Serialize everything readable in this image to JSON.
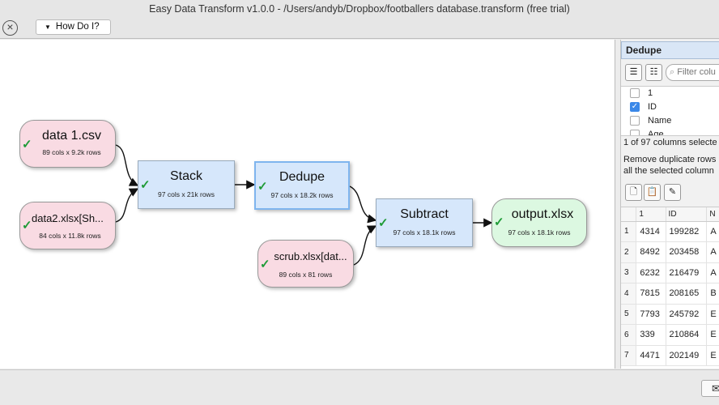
{
  "window": {
    "title": "Easy Data Transform v1.0.0 - /Users/andyb/Dropbox/footballers database.transform (free trial)"
  },
  "toolbar": {
    "close_icon": "close-circle-icon",
    "howdoi_label": "How Do I?"
  },
  "colors": {
    "input_node": "#f9dbe3",
    "transform_node": "#d6e7fb",
    "output_node": "#dcf8e1",
    "check": "#1f9b37",
    "selected_border": "#7fb5ee"
  },
  "nodes": [
    {
      "id": "data1",
      "kind": "input",
      "title": "data 1.csv",
      "subtitle": "89 cols x 9.2k rows",
      "status": "ok"
    },
    {
      "id": "data2",
      "kind": "input",
      "title": "data2.xlsx[Sh...",
      "subtitle": "84 cols x 11.8k rows",
      "status": "ok"
    },
    {
      "id": "stack",
      "kind": "transform",
      "title": "Stack",
      "subtitle": "97 cols x 21k rows",
      "status": "ok"
    },
    {
      "id": "dedupe",
      "kind": "transform",
      "title": "Dedupe",
      "subtitle": "97 cols x 18.2k rows",
      "status": "ok",
      "selected": true
    },
    {
      "id": "scrub",
      "kind": "input",
      "title": "scrub.xlsx[dat...",
      "subtitle": "89 cols x 81 rows",
      "status": "ok"
    },
    {
      "id": "subtract",
      "kind": "transform",
      "title": "Subtract",
      "subtitle": "97 cols x 18.1k rows",
      "status": "ok"
    },
    {
      "id": "output",
      "kind": "output",
      "title": "output.xlsx",
      "subtitle": "97 cols x 18.1k rows",
      "status": "ok"
    }
  ],
  "panel": {
    "title": "Dedupe",
    "filter_placeholder": "Filter colu",
    "columns": [
      {
        "label": "1",
        "checked": false
      },
      {
        "label": "ID",
        "checked": true
      },
      {
        "label": "Name",
        "checked": false
      },
      {
        "label": "Age",
        "checked": false
      }
    ],
    "selection_info": "1 of 97 columns selecte",
    "description_line1": "Remove duplicate rows",
    "description_line2": "all the selected column",
    "grid": {
      "headers": [
        "",
        "1",
        "ID",
        "N"
      ],
      "rows": [
        [
          "1",
          "4314",
          "199282",
          "A"
        ],
        [
          "2",
          "8492",
          "203458",
          "A"
        ],
        [
          "3",
          "6232",
          "216479",
          "A"
        ],
        [
          "4",
          "7815",
          "208165",
          "B"
        ],
        [
          "5",
          "7793",
          "245792",
          "E"
        ],
        [
          "6",
          "339",
          "210864",
          "E"
        ],
        [
          "7",
          "4471",
          "202149",
          "E"
        ]
      ]
    }
  }
}
